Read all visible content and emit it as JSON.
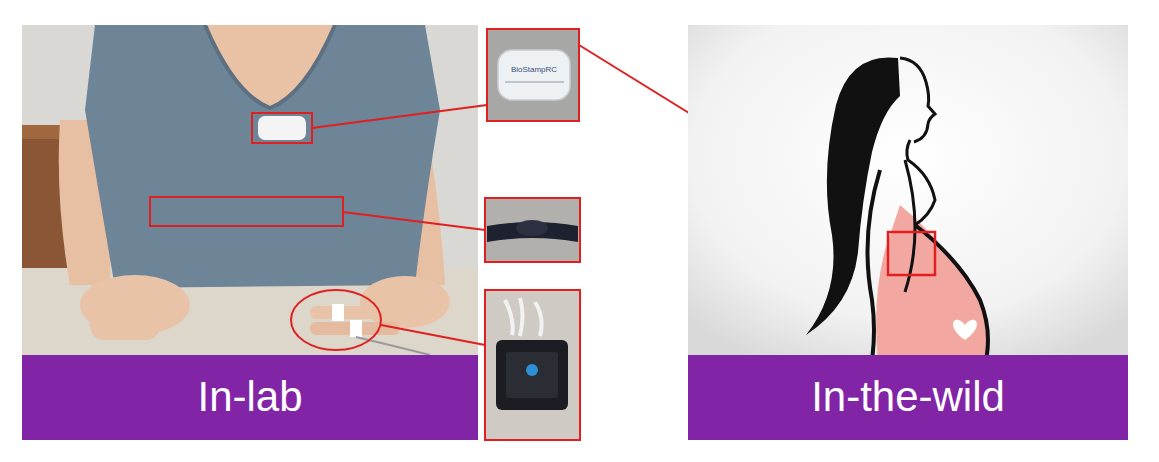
{
  "diagram": {
    "nodes": [
      {
        "text": [
          "In-lab"
        ]
      },
      {
        "text": [
          "In-the-wild"
        ]
      }
    ],
    "labels": [
      "BioStampRC"
    ]
  }
}
